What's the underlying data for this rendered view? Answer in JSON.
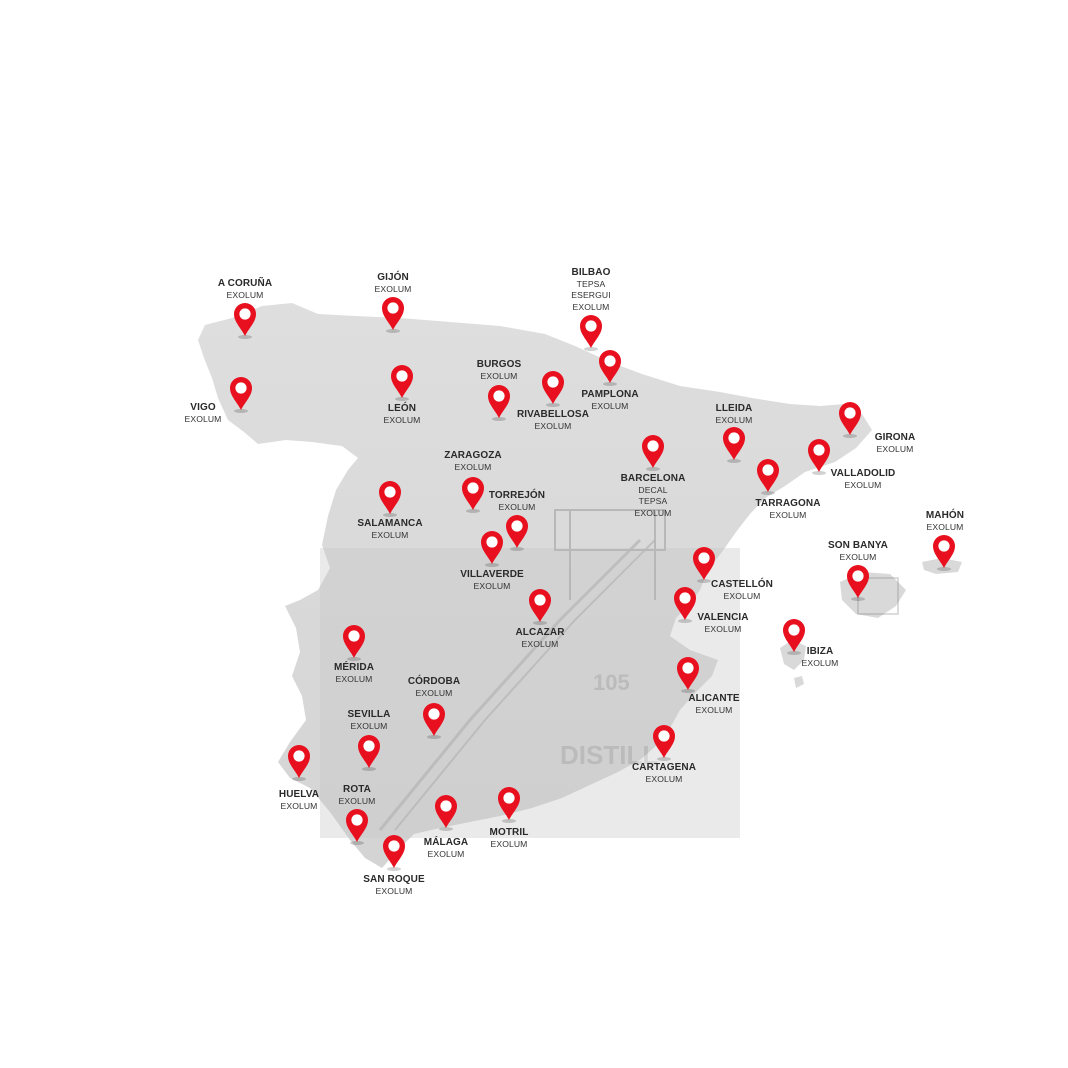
{
  "map": {
    "country": "Spain",
    "background_image_text": [
      "105",
      "DISTILL"
    ],
    "colors": {
      "land": "#dcdcdc",
      "pin": "#e8101e",
      "pin_dot": "#ffffff",
      "text": "#2a2a2a"
    },
    "pin_icon": "map-marker-icon"
  },
  "locations": [
    {
      "name": "A CORUÑA",
      "companies": [
        "EXOLUM"
      ]
    },
    {
      "name": "GIJÓN",
      "companies": [
        "EXOLUM"
      ]
    },
    {
      "name": "BILBAO",
      "companies": [
        "TEPSA",
        "ESERGUI",
        "EXOLUM"
      ]
    },
    {
      "name": "VIGO",
      "companies": [
        "EXOLUM"
      ]
    },
    {
      "name": "LEÓN",
      "companies": [
        "EXOLUM"
      ]
    },
    {
      "name": "BURGOS",
      "companies": [
        "EXOLUM"
      ]
    },
    {
      "name": "RIVABELLOSA",
      "companies": [
        "EXOLUM"
      ]
    },
    {
      "name": "PAMPLONA",
      "companies": [
        "EXOLUM"
      ]
    },
    {
      "name": "LLEIDA",
      "companies": [
        "EXOLUM"
      ]
    },
    {
      "name": "GIRONA",
      "companies": [
        "EXOLUM"
      ]
    },
    {
      "name": "VALLADOLID",
      "companies": [
        "EXOLUM"
      ]
    },
    {
      "name": "ZARAGOZA",
      "companies": [
        "EXOLUM"
      ]
    },
    {
      "name": "BARCELONA",
      "companies": [
        "DECAL",
        "TEPSA",
        "EXOLUM"
      ]
    },
    {
      "name": "TARRAGONA",
      "companies": [
        "EXOLUM"
      ]
    },
    {
      "name": "TORREJÓN",
      "companies": [
        "EXOLUM"
      ]
    },
    {
      "name": "SALAMANCA",
      "companies": [
        "EXOLUM"
      ]
    },
    {
      "name": "MAHÓN",
      "companies": [
        "EXOLUM"
      ]
    },
    {
      "name": "SON BANYA",
      "companies": [
        "EXOLUM"
      ]
    },
    {
      "name": "VILLAVERDE",
      "companies": [
        "EXOLUM"
      ]
    },
    {
      "name": "CASTELLÓN",
      "companies": [
        "EXOLUM"
      ]
    },
    {
      "name": "VALENCIA",
      "companies": [
        "EXOLUM"
      ]
    },
    {
      "name": "ALCAZAR",
      "companies": [
        "EXOLUM"
      ]
    },
    {
      "name": "IBIZA",
      "companies": [
        "EXOLUM"
      ]
    },
    {
      "name": "MÉRIDA",
      "companies": [
        "EXOLUM"
      ]
    },
    {
      "name": "CÓRDOBA",
      "companies": [
        "EXOLUM"
      ]
    },
    {
      "name": "ALICANTE",
      "companies": [
        "EXOLUM"
      ]
    },
    {
      "name": "SEVILLA",
      "companies": [
        "EXOLUM"
      ]
    },
    {
      "name": "CARTAGENA",
      "companies": [
        "EXOLUM"
      ]
    },
    {
      "name": "HUELVA",
      "companies": [
        "EXOLUM"
      ]
    },
    {
      "name": "ROTA",
      "companies": [
        "EXOLUM"
      ]
    },
    {
      "name": "MÁLAGA",
      "companies": [
        "EXOLUM"
      ]
    },
    {
      "name": "MOTRIL",
      "companies": [
        "EXOLUM"
      ]
    },
    {
      "name": "SAN ROQUE",
      "companies": [
        "EXOLUM"
      ]
    }
  ]
}
